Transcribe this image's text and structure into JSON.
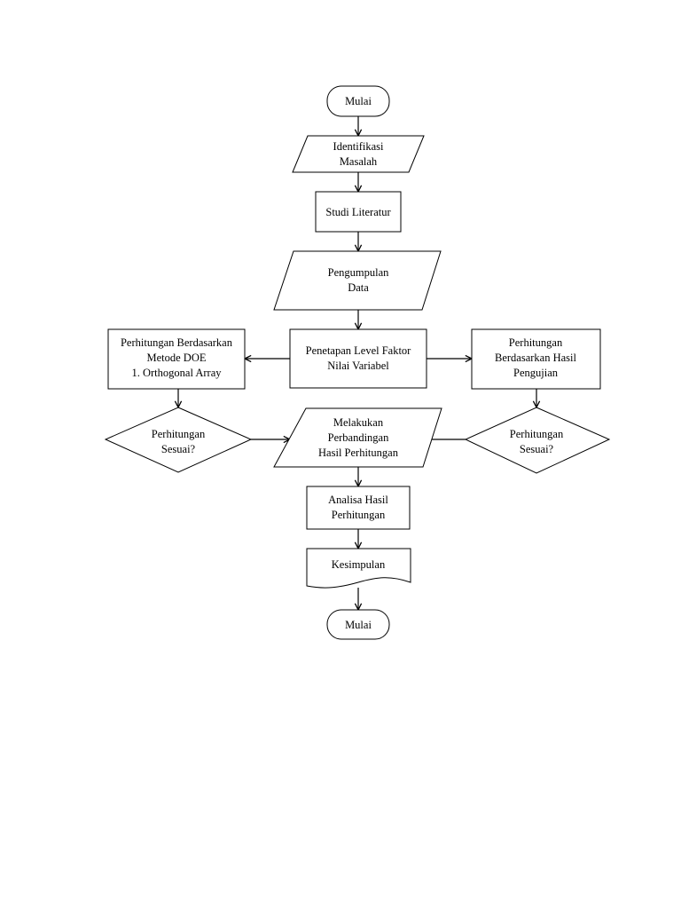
{
  "nodes": {
    "start": {
      "lines": [
        "Mulai"
      ]
    },
    "identifikasi": {
      "lines": [
        "Identifikasi",
        "Masalah"
      ]
    },
    "studi": {
      "lines": [
        "Studi Literatur"
      ]
    },
    "pengumpulan": {
      "lines": [
        "Pengumpulan",
        "Data"
      ]
    },
    "penetapan": {
      "lines": [
        "Penetapan Level Faktor",
        "Nilai Variabel"
      ]
    },
    "doe": {
      "lines": [
        "Perhitungan Berdasarkan",
        "Metode DOE",
        "1. Orthogonal Array"
      ]
    },
    "pengujian": {
      "lines": [
        "Perhitungan",
        "Berdasarkan Hasil",
        "Pengujian"
      ]
    },
    "sesuai_left": {
      "lines": [
        "Perhitungan",
        "Sesuai?"
      ]
    },
    "sesuai_right": {
      "lines": [
        "Perhitungan",
        "Sesuai?"
      ]
    },
    "perbandingan": {
      "lines": [
        "Melakukan",
        "Perbandingan",
        "Hasil Perhitungan"
      ]
    },
    "analisa": {
      "lines": [
        "Analisa Hasil",
        "Perhitungan"
      ]
    },
    "kesimpulan": {
      "lines": [
        "Kesimpulan"
      ]
    },
    "end": {
      "lines": [
        "Mulai"
      ]
    }
  }
}
